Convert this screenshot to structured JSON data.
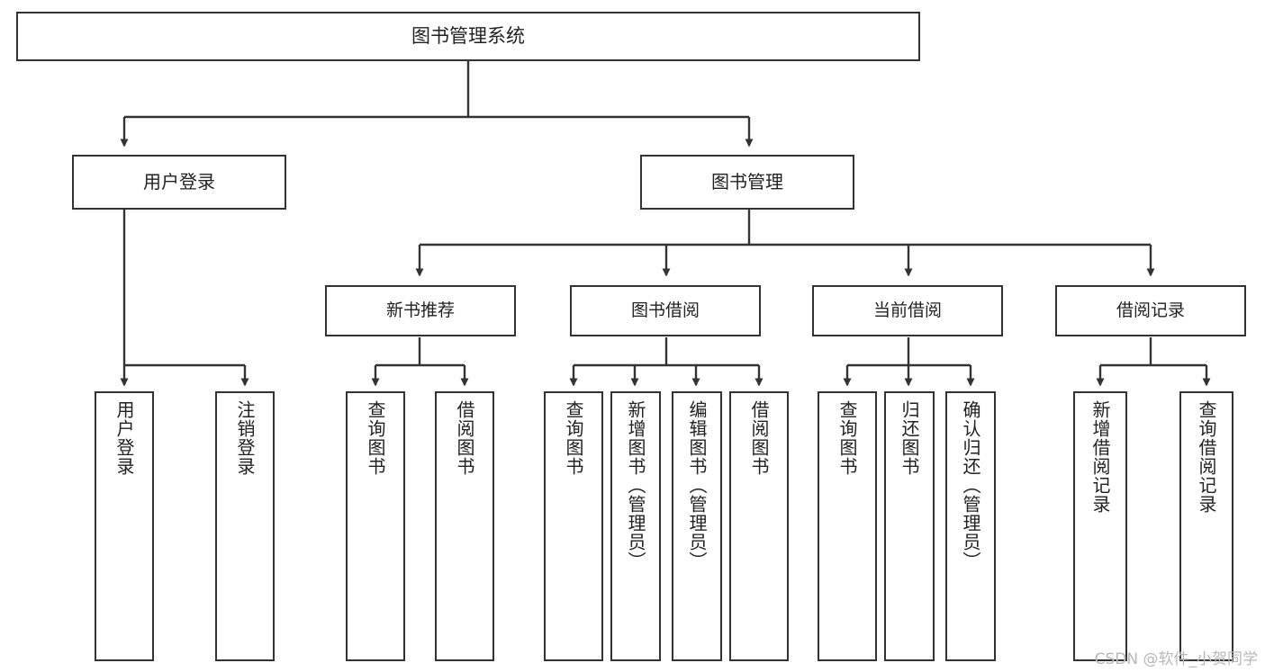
{
  "diagram": {
    "title": "图书管理系统",
    "type": "tree-hierarchy-chart",
    "watermark": "CSDN @软件_小贺同学",
    "colors": {
      "box_border": "#333333",
      "box_fill": "#ffffff",
      "connector": "#333333",
      "text": "#222222",
      "watermark": "#b8b8b8"
    },
    "nodes": {
      "root": {
        "label": "图书管理系统"
      },
      "level1": [
        {
          "id": "user-login",
          "label": "用户登录"
        },
        {
          "id": "book-management",
          "label": "图书管理"
        }
      ],
      "level2": [
        {
          "id": "new-book-recommend",
          "label": "新书推荐"
        },
        {
          "id": "book-borrow",
          "label": "图书借阅"
        },
        {
          "id": "current-borrow",
          "label": "当前借阅"
        },
        {
          "id": "borrow-record",
          "label": "借阅记录"
        }
      ],
      "leaves": {
        "user-login": [
          {
            "id": "leaf-user-login",
            "label": "用户登录"
          },
          {
            "id": "leaf-logout-login",
            "label": "注销登录"
          }
        ],
        "new-book-recommend": [
          {
            "id": "leaf-query-book-1",
            "label": "查询图书"
          },
          {
            "id": "leaf-borrow-book-1",
            "label": "借阅图书"
          }
        ],
        "book-borrow": [
          {
            "id": "leaf-query-book-2",
            "label": "查询图书"
          },
          {
            "id": "leaf-add-book",
            "label": "新增图书（管理员）"
          },
          {
            "id": "leaf-edit-book",
            "label": "编辑图书（管理员）"
          },
          {
            "id": "leaf-borrow-book-2",
            "label": "借阅图书"
          }
        ],
        "current-borrow": [
          {
            "id": "leaf-query-book-3",
            "label": "查询图书"
          },
          {
            "id": "leaf-return-book",
            "label": "归还图书"
          },
          {
            "id": "leaf-confirm-return",
            "label": "确认归还（管理员）"
          }
        ],
        "borrow-record": [
          {
            "id": "leaf-add-record",
            "label": "新增借阅记录"
          },
          {
            "id": "leaf-query-record",
            "label": "查询借阅记录"
          }
        ]
      }
    }
  }
}
